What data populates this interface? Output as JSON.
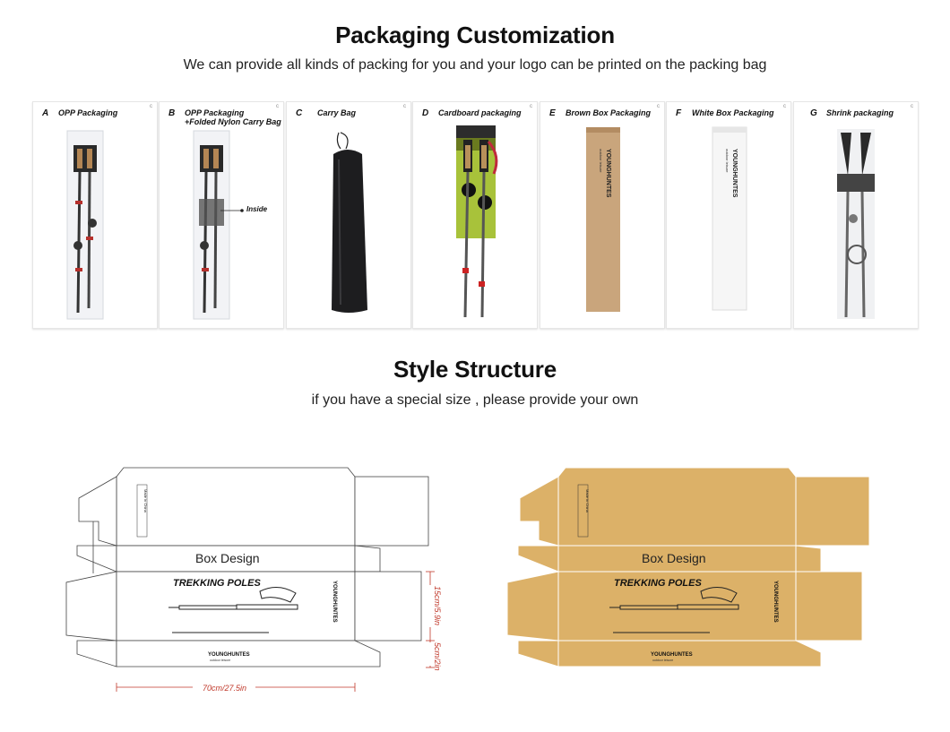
{
  "header": {
    "title": "Packaging Customization",
    "subtitle": "We can provide all kinds of packing for you and your logo can be printed on the packing bag"
  },
  "panels": [
    {
      "letter": "A",
      "name": "OPP Packaging",
      "name2": "",
      "corner": "c"
    },
    {
      "letter": "B",
      "name": "OPP Packaging",
      "name2": "+Folded Nylon Carry Bag",
      "corner": "c",
      "callout": "Inside"
    },
    {
      "letter": "C",
      "name": "Carry Bag",
      "name2": "",
      "corner": "c"
    },
    {
      "letter": "D",
      "name": "Cardboard packaging",
      "name2": "",
      "corner": "c"
    },
    {
      "letter": "E",
      "name": "Brown Box Packaging",
      "name2": "",
      "corner": "c",
      "box_brand": "YOUNGHUNTES",
      "box_tagline": "outdoor leisure"
    },
    {
      "letter": "F",
      "name": "White Box Packaging",
      "name2": "",
      "corner": "c",
      "box_brand": "YOUNGHUNTES",
      "box_tagline": "outdoor leisure"
    },
    {
      "letter": "G",
      "name": "Shrink packaging",
      "name2": "",
      "corner": "c"
    }
  ],
  "structure": {
    "title": "Style Structure",
    "subtitle": "if you have a special size , please provide your own",
    "box_design_label": "Box Design",
    "product_label": "TREKKING POLES",
    "brand": "YOUNGHUNTES",
    "tagline": "outdoor leisure",
    "made_in": "Made in China",
    "dim_length": "70cm/27.5in",
    "dim_height": "15cm/5.9in",
    "dim_depth": "5cm/2in"
  },
  "colors": {
    "kraft": "#dcb168",
    "outline": "#444444",
    "dimension": "#c0392b"
  }
}
